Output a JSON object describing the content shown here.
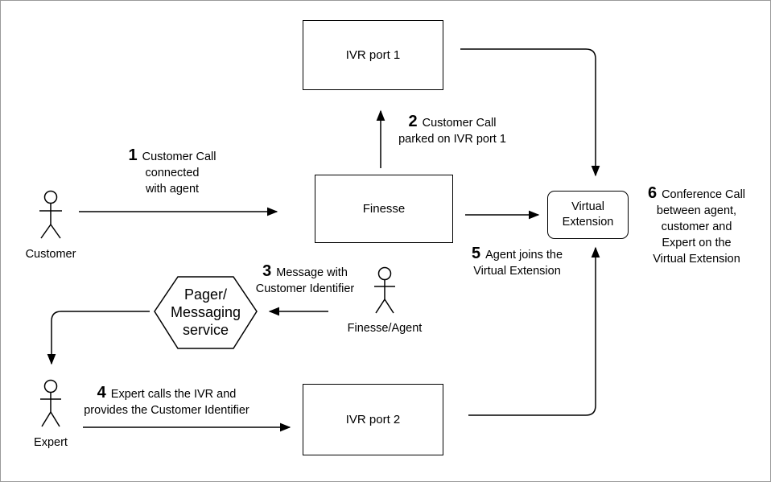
{
  "boxes": {
    "ivr_port_1": "IVR port 1",
    "finesse": "Finesse",
    "ivr_port_2": "IVR port 2",
    "virtual_extension": [
      "Virtual",
      "Extension"
    ],
    "pager": [
      "Pager/",
      "Messaging",
      "service"
    ]
  },
  "actors": {
    "customer": "Customer",
    "agent": "Finesse/Agent",
    "expert": "Expert"
  },
  "steps": [
    {
      "num": "1",
      "lines": [
        "Customer Call",
        "connected",
        "with agent"
      ]
    },
    {
      "num": "2",
      "lines": [
        "Customer Call",
        "parked on IVR port 1"
      ]
    },
    {
      "num": "3",
      "lines": [
        "Message with",
        "Customer Identifier"
      ]
    },
    {
      "num": "4",
      "lines": [
        "Expert calls the IVR and",
        "provides the Customer Identifier"
      ]
    },
    {
      "num": "5",
      "lines": [
        "Agent joins the",
        "Virtual Extension"
      ]
    },
    {
      "num": "6",
      "lines": [
        "Conference Call",
        "between agent,",
        "customer and",
        "Expert on the",
        "Virtual Extension"
      ]
    }
  ]
}
